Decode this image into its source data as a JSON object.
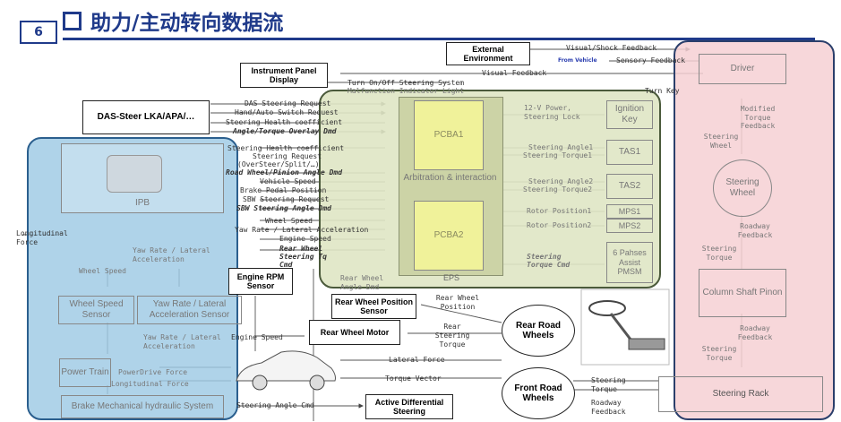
{
  "header": {
    "slide_number": "6",
    "title": "助力/主动转向数据流"
  },
  "nodes": {
    "external_env": "External Environment",
    "instrument_panel": "Instrument Panel Display",
    "das_steer": "DAS-Steer LKA/APA/…",
    "ipb": "IPB",
    "pcba1": "PCBA1",
    "arbitration": "Arbitration & interaction",
    "pcba2": "PCBA2",
    "eps": "EPS",
    "ignition_key": "Ignition Key",
    "tas1": "TAS1",
    "tas2": "TAS2",
    "mps1": "MPS1",
    "mps2": "MPS2",
    "pmsm": "6 Pahses Assist PMSM",
    "driver": "Driver",
    "steering_wheel": "Steering Wheel",
    "column_shaft": "Column Shaft Pinon",
    "engine_rpm_sensor": "Engine RPM Sensor",
    "wheel_speed_sensor": "Wheel Speed Sensor",
    "yaw_rate_sensor": "Yaw Rate / Lateral Acceleration Sensor",
    "power_train": "Power Train",
    "brake_mech": "Brake Mechanical hydraulic System",
    "rear_wheel_pos_sensor": "Rear Wheel Position Sensor",
    "rear_wheel_motor": "Rear Wheel Motor",
    "rear_road_wheels": "Rear Road Wheels",
    "front_road_wheels": "Front Road Wheels",
    "active_diff": "Active Differential Steering",
    "rack_feedback": "Steering Rack"
  },
  "signals": {
    "visual_shock": "Visual/Shock Feedback",
    "from_vehicle": "From Vehicle",
    "sensory_feedback": "Sensory Feedback",
    "visual_feedback": "Visual Feedback",
    "turn_onoff": "Turn On/Off Steering System",
    "malfunction": "Malfunction Indicator Light",
    "turn_key": "Turn Key",
    "das_steer_req": "DAS Steering Request",
    "hand_auto": "Hand/Auto Switch Request",
    "steer_health": "Steering Health coefficient",
    "angle_torque": "Angle/Torque Overlay Dmd",
    "steer_health2": "Steering Health coefficient",
    "steer_req": "Steering Request",
    "oversteer": "(OverSteer/Split/…)",
    "road_wheel_pinion": "Road Wheel/Pinion Angle Dmd",
    "vehicle_speed": "Vehicle Speed",
    "brake_pedal": "Brake Pedal Position",
    "sbw_req": "SBW Steering Request",
    "sbw_angle": "SBW Steering Angle Dmd",
    "wheel_speed": "Wheel Speed",
    "yaw_lat": "Yaw Rate / Lateral Acceleration",
    "engine_speed": "Engine Speed",
    "rear_wheel_steer": "Rear Wheel Steering Tq Cmd",
    "power_steer_lock": "12-V Power, Steering Lock",
    "steering_angle1": "Steering Angle1",
    "steering_torque1": "Steering Torque1",
    "steering_angle2": "Steering Angle2",
    "steering_torque2": "Steering Torque2",
    "rotor_pos1": "Rotor Position1",
    "rotor_pos2": "Rotor Position2",
    "steering_torque_cmd": "Steering Torque Cmd",
    "longitudinal_force": "Longitudinal Force",
    "yaw_rate_lat_acc": "Yaw Rate / Lateral Acceleration",
    "wheel_speed_l": "Wheel Speed",
    "yaw_rate_lat_acc2": "Yaw Rate / Lateral Acceleration",
    "engine_speed2": "Engine Speed",
    "power_drive_force": "PowerDrive Force",
    "longitudinal_force2": "Longitudinal Force",
    "rear_wheel_angle": "Rear Wheel Angle Dmd",
    "rear_wheel_position": "Rear Wheel Position",
    "rear_steering_torque": "Rear Steering Torque",
    "lateral_force": "Lateral Force",
    "torque_vector": "Torque Vector",
    "steering_angle_cmd": "Steering Angle Cmd",
    "modified_torque_feedback": "Modified Torque Feedback",
    "steering_wheel_lbl": "Steering Wheel",
    "roadway_feedback": "Roadway Feedback",
    "steering_torque_r": "Steering Torque",
    "roadway_feedback2": "Roadway Feedback",
    "steering_torque_r2": "Steering Torque",
    "steering_torque_front": "Steering Torque",
    "roadway_feedback3": "Roadway Feedback"
  },
  "colors": {
    "title_blue": "#1f3a8a",
    "region_blue_fill": "#9ec9e4",
    "region_blue_border": "#2b5f8e",
    "region_green_fill": "#dfe5c4",
    "region_green_border": "#4b5a3b",
    "region_pink_fill": "#f6d0d3",
    "region_pink_border": "#2b3f6b",
    "pcba_yellow": "#f0f29a"
  }
}
